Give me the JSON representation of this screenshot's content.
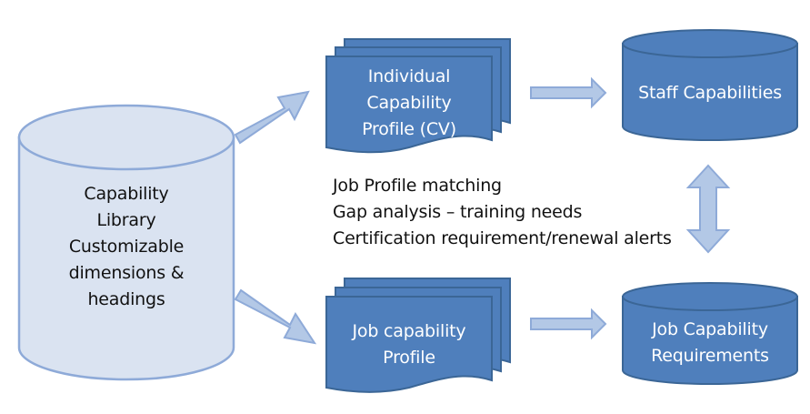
{
  "library": {
    "lines": [
      "Capability",
      "Library",
      "Customizable",
      "dimensions &",
      "headings"
    ]
  },
  "individual_profile": {
    "lines": [
      "Individual",
      "Capability",
      "Profile (CV)"
    ]
  },
  "job_profile": {
    "lines": [
      "Job capability",
      "Profile"
    ]
  },
  "staff_capabilities": {
    "lines": [
      "Staff Capabilities"
    ]
  },
  "job_requirements": {
    "lines": [
      "Job Capability",
      "Requirements"
    ]
  },
  "processes": {
    "lines": [
      "Job Profile matching",
      "Gap analysis – training needs",
      "Certification requirement/renewal alerts"
    ]
  },
  "colors": {
    "light_fill": "#dae3f1",
    "light_stroke": "#8eaad8",
    "dark_fill": "#4f7fbc",
    "dark_stroke": "#3b6696",
    "arrow_fill": "#b3c8e6",
    "arrow_stroke": "#8eaad8"
  }
}
